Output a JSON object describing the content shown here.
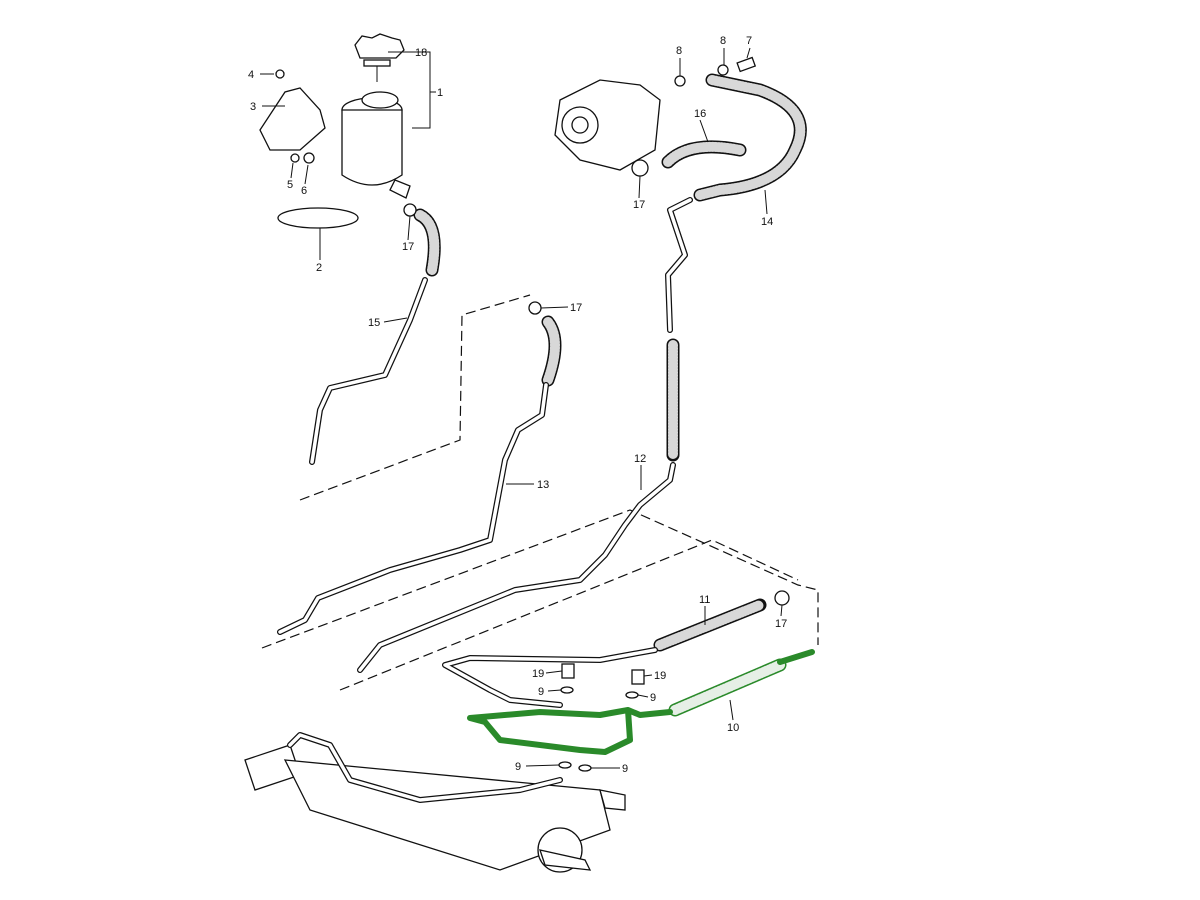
{
  "diagram": {
    "title": "Power steering hoses and reservoir parts diagram",
    "highlight_color": "#2a8a2a",
    "labels": [
      "18",
      "1",
      "4",
      "3",
      "5",
      "6",
      "17",
      "2",
      "15",
      "17",
      "13",
      "12",
      "8",
      "8",
      "7",
      "16",
      "17",
      "14",
      "11",
      "17",
      "19",
      "9",
      "19",
      "9",
      "10",
      "9",
      "9"
    ]
  }
}
